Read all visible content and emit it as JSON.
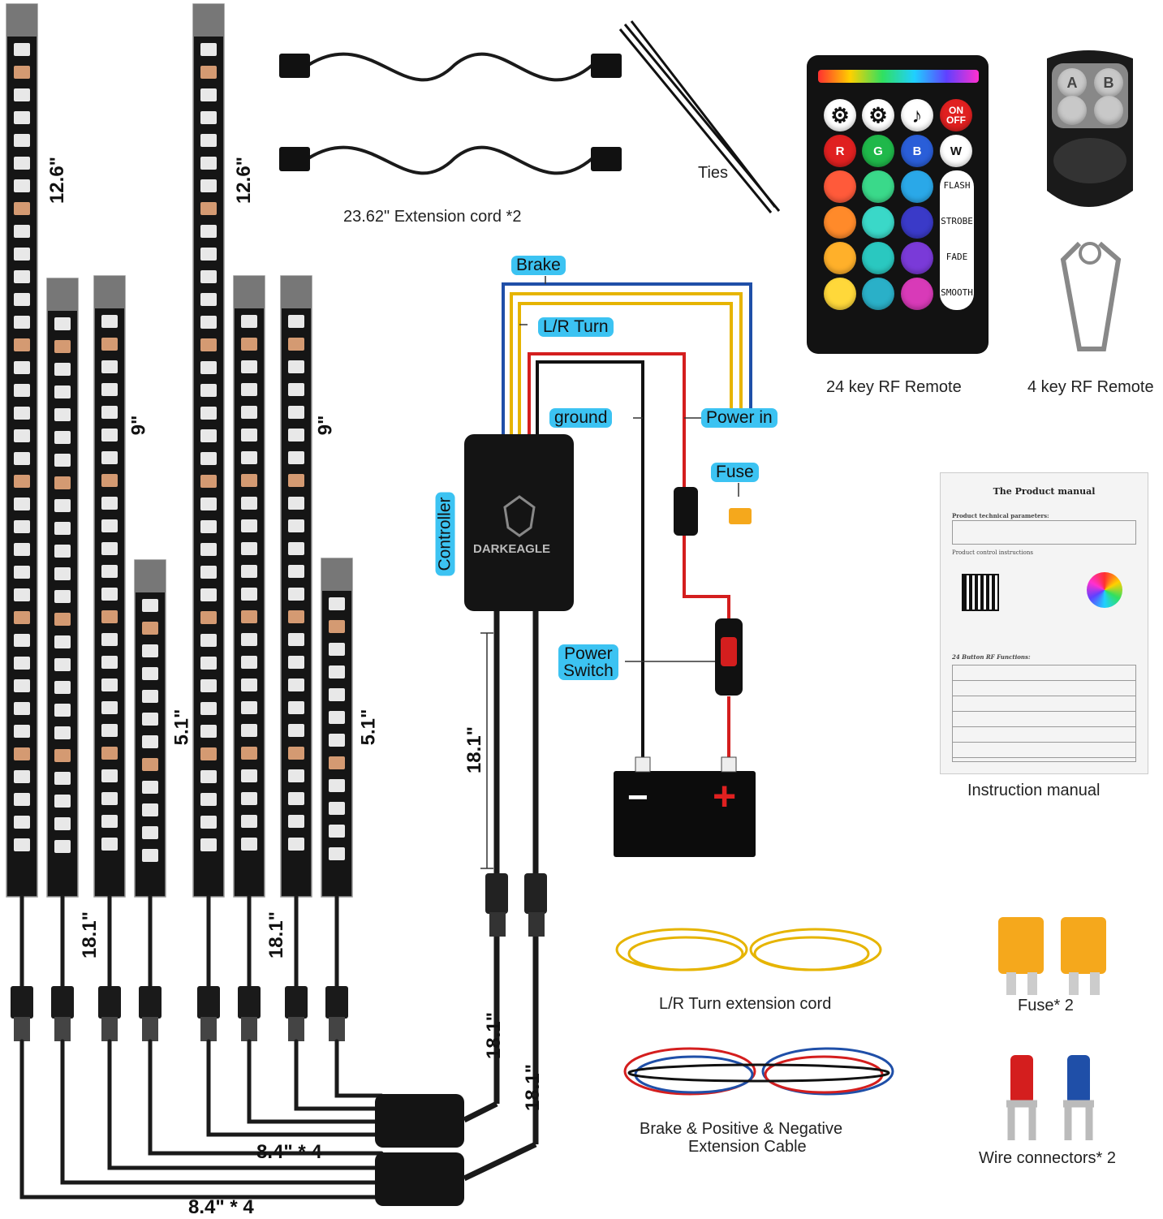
{
  "strips": {
    "long_left": "12.6\"",
    "long_right": "12.6\"",
    "mid_left": "9\"",
    "mid_right": "9\"",
    "short_left": "5.1\"",
    "short_right": "5.1\"",
    "lead_left": "18.1\"",
    "lead_right": "18.1\""
  },
  "extension_cord": {
    "label": "23.62\" Extension cord *2"
  },
  "ties": {
    "label": "Ties"
  },
  "remote24": {
    "label": "24 key RF Remote",
    "on_off": "ON\nOFF",
    "r": "R",
    "g": "G",
    "b": "B",
    "w": "W",
    "flash": "FLASH",
    "strobe": "STROBE",
    "fade": "FADE",
    "smooth": "SMOOTH"
  },
  "remote4": {
    "label": "4 key RF Remote",
    "a": "A",
    "b": "B"
  },
  "wiring": {
    "brake": "Brake",
    "lr_turn": "L/R Turn",
    "ground": "ground",
    "power_in": "Power in",
    "fuse": "Fuse",
    "controller": "Controller",
    "brand": "DARKEAGLE",
    "power_switch_1": "Power",
    "power_switch_2": "Switch",
    "battery_minus": "−",
    "battery_plus": "+"
  },
  "controller_leads": {
    "main": "18.1\"",
    "branch_a": "18.1\"",
    "branch_b": "18.1\""
  },
  "splitters": {
    "upper": "8.4\" * 4",
    "lower": "8.4\" * 4"
  },
  "manual": {
    "label": "Instruction manual",
    "title": "The Product manual",
    "params": "Product technical parameters:",
    "control": "Product control instructions",
    "functions": "24 Button RF Functions:"
  },
  "accessories": {
    "lr_cord": "L/R Turn extension cord",
    "brake_cable_1": "Brake & Positive & Negative",
    "brake_cable_2": "Extension Cable",
    "fuse2": "Fuse* 2",
    "connectors": "Wire connectors* 2"
  },
  "colors": {
    "tag": "#3cc3f2",
    "strip": "#151515",
    "led_white": "#e8e8e8",
    "led_amber": "#d49a72",
    "fuse": "#f5a81c",
    "wire_red": "#d41e1e",
    "wire_blue": "#1f4fa8",
    "wire_yellow": "#e6b400"
  }
}
